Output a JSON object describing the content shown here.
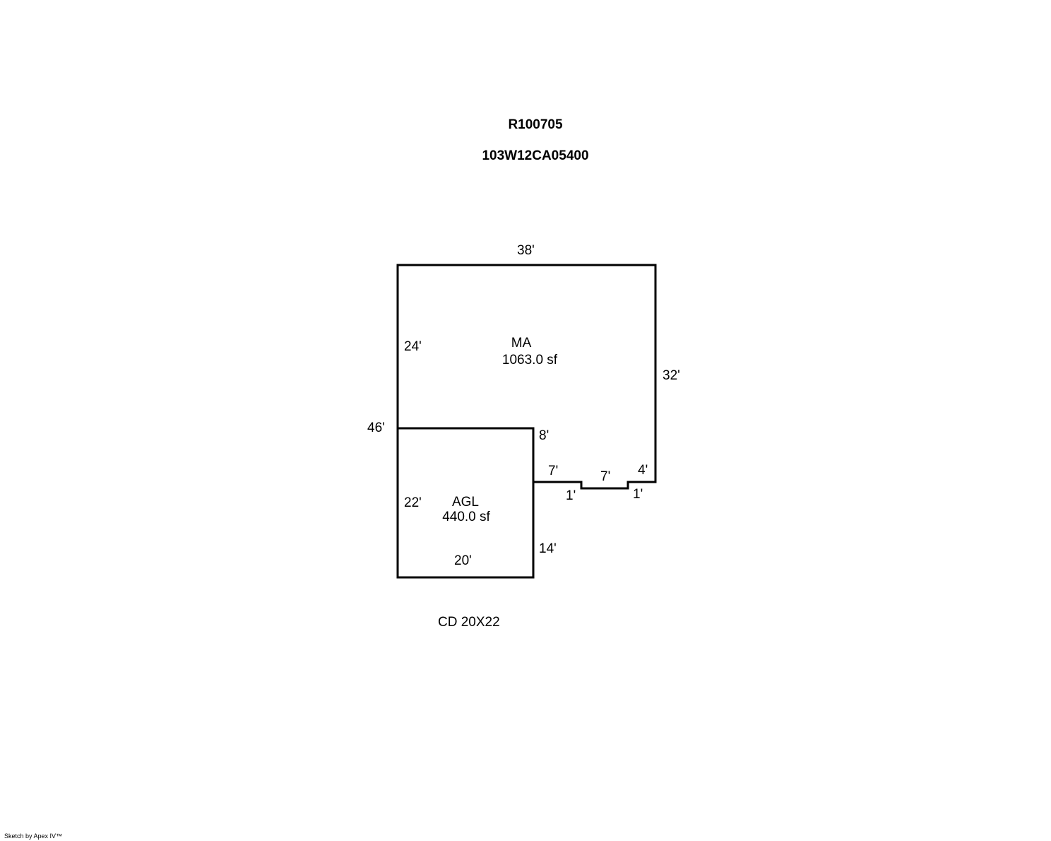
{
  "header": {
    "parcel_id": "R100705",
    "map_number": "103W12CA05400"
  },
  "areas": {
    "main": {
      "code": "MA",
      "area": "1063.0 sf"
    },
    "garage": {
      "code": "AGL",
      "area": "440.0 sf"
    }
  },
  "dimensions": {
    "top": "38'",
    "left_upper": "24'",
    "right": "32'",
    "left_overall": "46'",
    "garage_top_right": "8'",
    "step_left_run": "7'",
    "step_mid_run": "7'",
    "step_right_run": "4'",
    "step_left_drop": "1'",
    "step_right_drop": "1'",
    "garage_left": "22'",
    "garage_right": "14'",
    "garage_bottom": "20'"
  },
  "note": "CD 20X22",
  "credit": "Sketch by Apex IV™",
  "colors": {
    "line": "#000000",
    "background": "#ffffff"
  }
}
